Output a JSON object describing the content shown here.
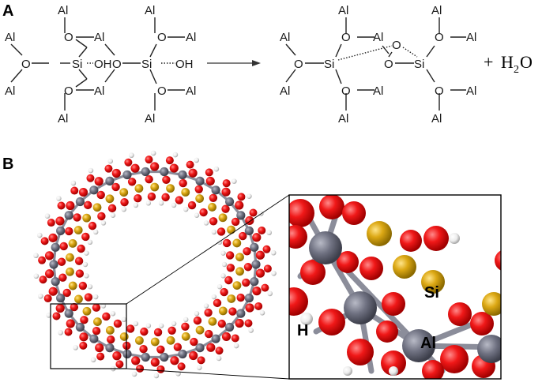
{
  "panels": {
    "a_label": "A",
    "b_label": "B"
  },
  "reaction": {
    "atom_al": "Al",
    "atom_o": "O",
    "atom_si": "Si",
    "hydroxyl": "OH",
    "plus": "+",
    "water_main": "H",
    "water_sub": "2",
    "water_tail": "O"
  },
  "zoom_labels": {
    "hydrogen": "H",
    "silicon": "Si",
    "aluminum": "Al"
  },
  "colors": {
    "oxygen": "#e8101a",
    "silicon": "#d9a514",
    "aluminum": "#6e7080",
    "hydrogen": "#f2f2f2",
    "bond": "#8b8d9a"
  }
}
